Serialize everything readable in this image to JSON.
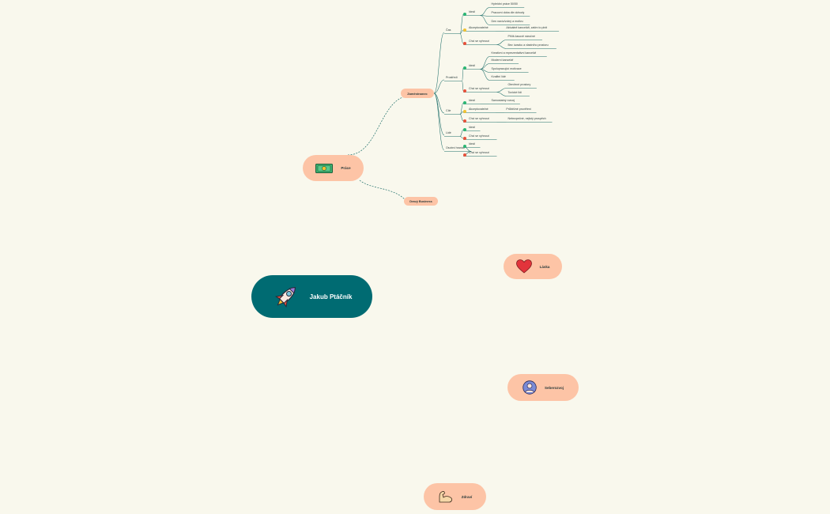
{
  "root": {
    "label": "Jakub Ptáčník",
    "icon": "rocket-icon"
  },
  "main_topics": [
    {
      "id": "prace",
      "label": "Práce",
      "icon": "money-icon"
    },
    {
      "id": "laska",
      "label": "Láska",
      "icon": "heart-icon"
    },
    {
      "id": "seberozvoj",
      "label": "Seberozvoj",
      "icon": "person-icon"
    },
    {
      "id": "zdravi",
      "label": "Zdraví",
      "icon": "flexed-arm-icon"
    }
  ],
  "prace_children": [
    {
      "id": "zamestnanec",
      "label": "Zaměstnanec"
    },
    {
      "id": "business",
      "label": "Dravý Business"
    }
  ],
  "zamestnanec_categories": [
    {
      "id": "cas",
      "label": "Čas",
      "groups": [
        {
          "status": "ideal",
          "label": "Ideál",
          "items": [
            "Hybridní práce 50/50",
            "Pracovní doba dle dohody",
            "Den navíc/volný a motivu"
          ]
        },
        {
          "status": "acceptable",
          "label": "Akceptovatelné",
          "items": [
            "Aktuálně kanceláři, zatím to plnit"
          ]
        },
        {
          "status": "reject",
          "label": "Chci se vyhnout",
          "items": [
            "Příliš časově náročné",
            "Bez úvazku a vlastního prostoru"
          ]
        }
      ]
    },
    {
      "id": "prostredi",
      "label": "Prostředí",
      "groups": [
        {
          "status": "ideal",
          "label": "Ideál",
          "items": [
            "Kreativní a reprezentativní kancelář",
            "Moderní kancelář",
            "Spolupracující motivace",
            "Kvalitní lidé"
          ]
        },
        {
          "status": "reject",
          "label": "Chci se vyhnout",
          "items": [
            "Otevřené prostory",
            "Toxické lidi"
          ]
        }
      ]
    },
    {
      "id": "cile",
      "label": "Cíle",
      "groups": [
        {
          "status": "ideal",
          "label": "Ideál",
          "items": [
            "Samostatný rozvoj"
          ]
        },
        {
          "status": "acceptable",
          "label": "Akceptovatelné",
          "items": [
            "Průběžné prověření"
          ]
        },
        {
          "status": "reject",
          "label": "Chci se vyhnout",
          "items": [
            "Nebezpečné, nejistý prospěch"
          ]
        }
      ]
    },
    {
      "id": "lide",
      "label": "Lidé",
      "groups": [
        {
          "status": "ideal",
          "label": "Ideál",
          "items": []
        },
        {
          "status": "reject",
          "label": "Chci se vyhnout",
          "items": []
        }
      ]
    },
    {
      "id": "osobni",
      "label": "Osobní hranice",
      "groups": [
        {
          "status": "ideal",
          "label": "Ideál",
          "items": []
        },
        {
          "status": "reject",
          "label": "Chci se vyhnout",
          "items": []
        }
      ]
    }
  ],
  "colors": {
    "background": "#f9f8ed",
    "root": "#006b72",
    "topic": "#fdc4a6",
    "branch": "#1f6f6a",
    "ideal": "#2bb673",
    "acceptable": "#f2c232",
    "reject": "#e8503a"
  }
}
